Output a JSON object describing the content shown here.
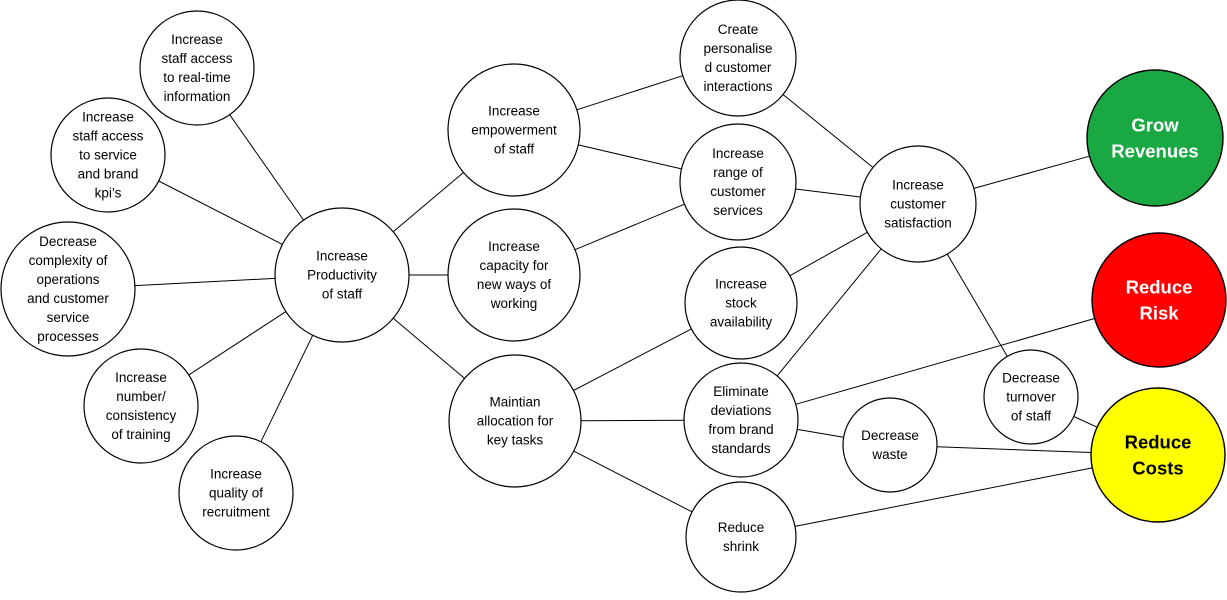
{
  "nodes": {
    "realtime": [
      "Increase",
      "staff access",
      "to real-time",
      "information"
    ],
    "servicekpi": [
      "Increase",
      "staff access",
      "to service",
      "and brand",
      "kpi’s"
    ],
    "complexity": [
      "Decrease",
      "complexity of",
      "operations",
      "and customer",
      "service",
      "processes"
    ],
    "training": [
      "Increase",
      "number/",
      "consistency",
      "of training"
    ],
    "recruit": [
      "Increase",
      "quality of",
      "recruitment"
    ],
    "productivity": [
      "Increase",
      "Productivity",
      "of staff"
    ],
    "empower": [
      "Increase",
      "empowerment",
      "of staff"
    ],
    "capacity": [
      "Increase",
      "capacity for",
      "new ways of",
      "working"
    ],
    "allocation": [
      "Maintian",
      "allocation for",
      "key tasks"
    ],
    "personal": [
      "Create",
      "personalise",
      "d customer",
      "interactions"
    ],
    "range": [
      "Increase",
      "range of",
      "customer",
      "services"
    ],
    "stock": [
      "Increase",
      "stock",
      "availability"
    ],
    "deviations": [
      "Eliminate",
      "deviations",
      "from brand",
      "standards"
    ],
    "shrink": [
      "Reduce",
      "shrink"
    ],
    "waste": [
      "Decrease",
      "waste"
    ],
    "satisfaction": [
      "Increase",
      "customer",
      "satisfaction"
    ],
    "turnover": [
      "Decrease",
      "turnover",
      "of staff"
    ],
    "revenues": [
      "Grow",
      "Revenues"
    ],
    "risk": [
      "Reduce",
      "Risk"
    ],
    "costs": [
      "Reduce",
      "Costs"
    ]
  },
  "colors": {
    "revenues": "#1aa843",
    "risk": "#ff0000",
    "costs": "#ffff00",
    "revenues_text": "#ffffff",
    "risk_text": "#ffffff",
    "costs_text": "#000000"
  }
}
